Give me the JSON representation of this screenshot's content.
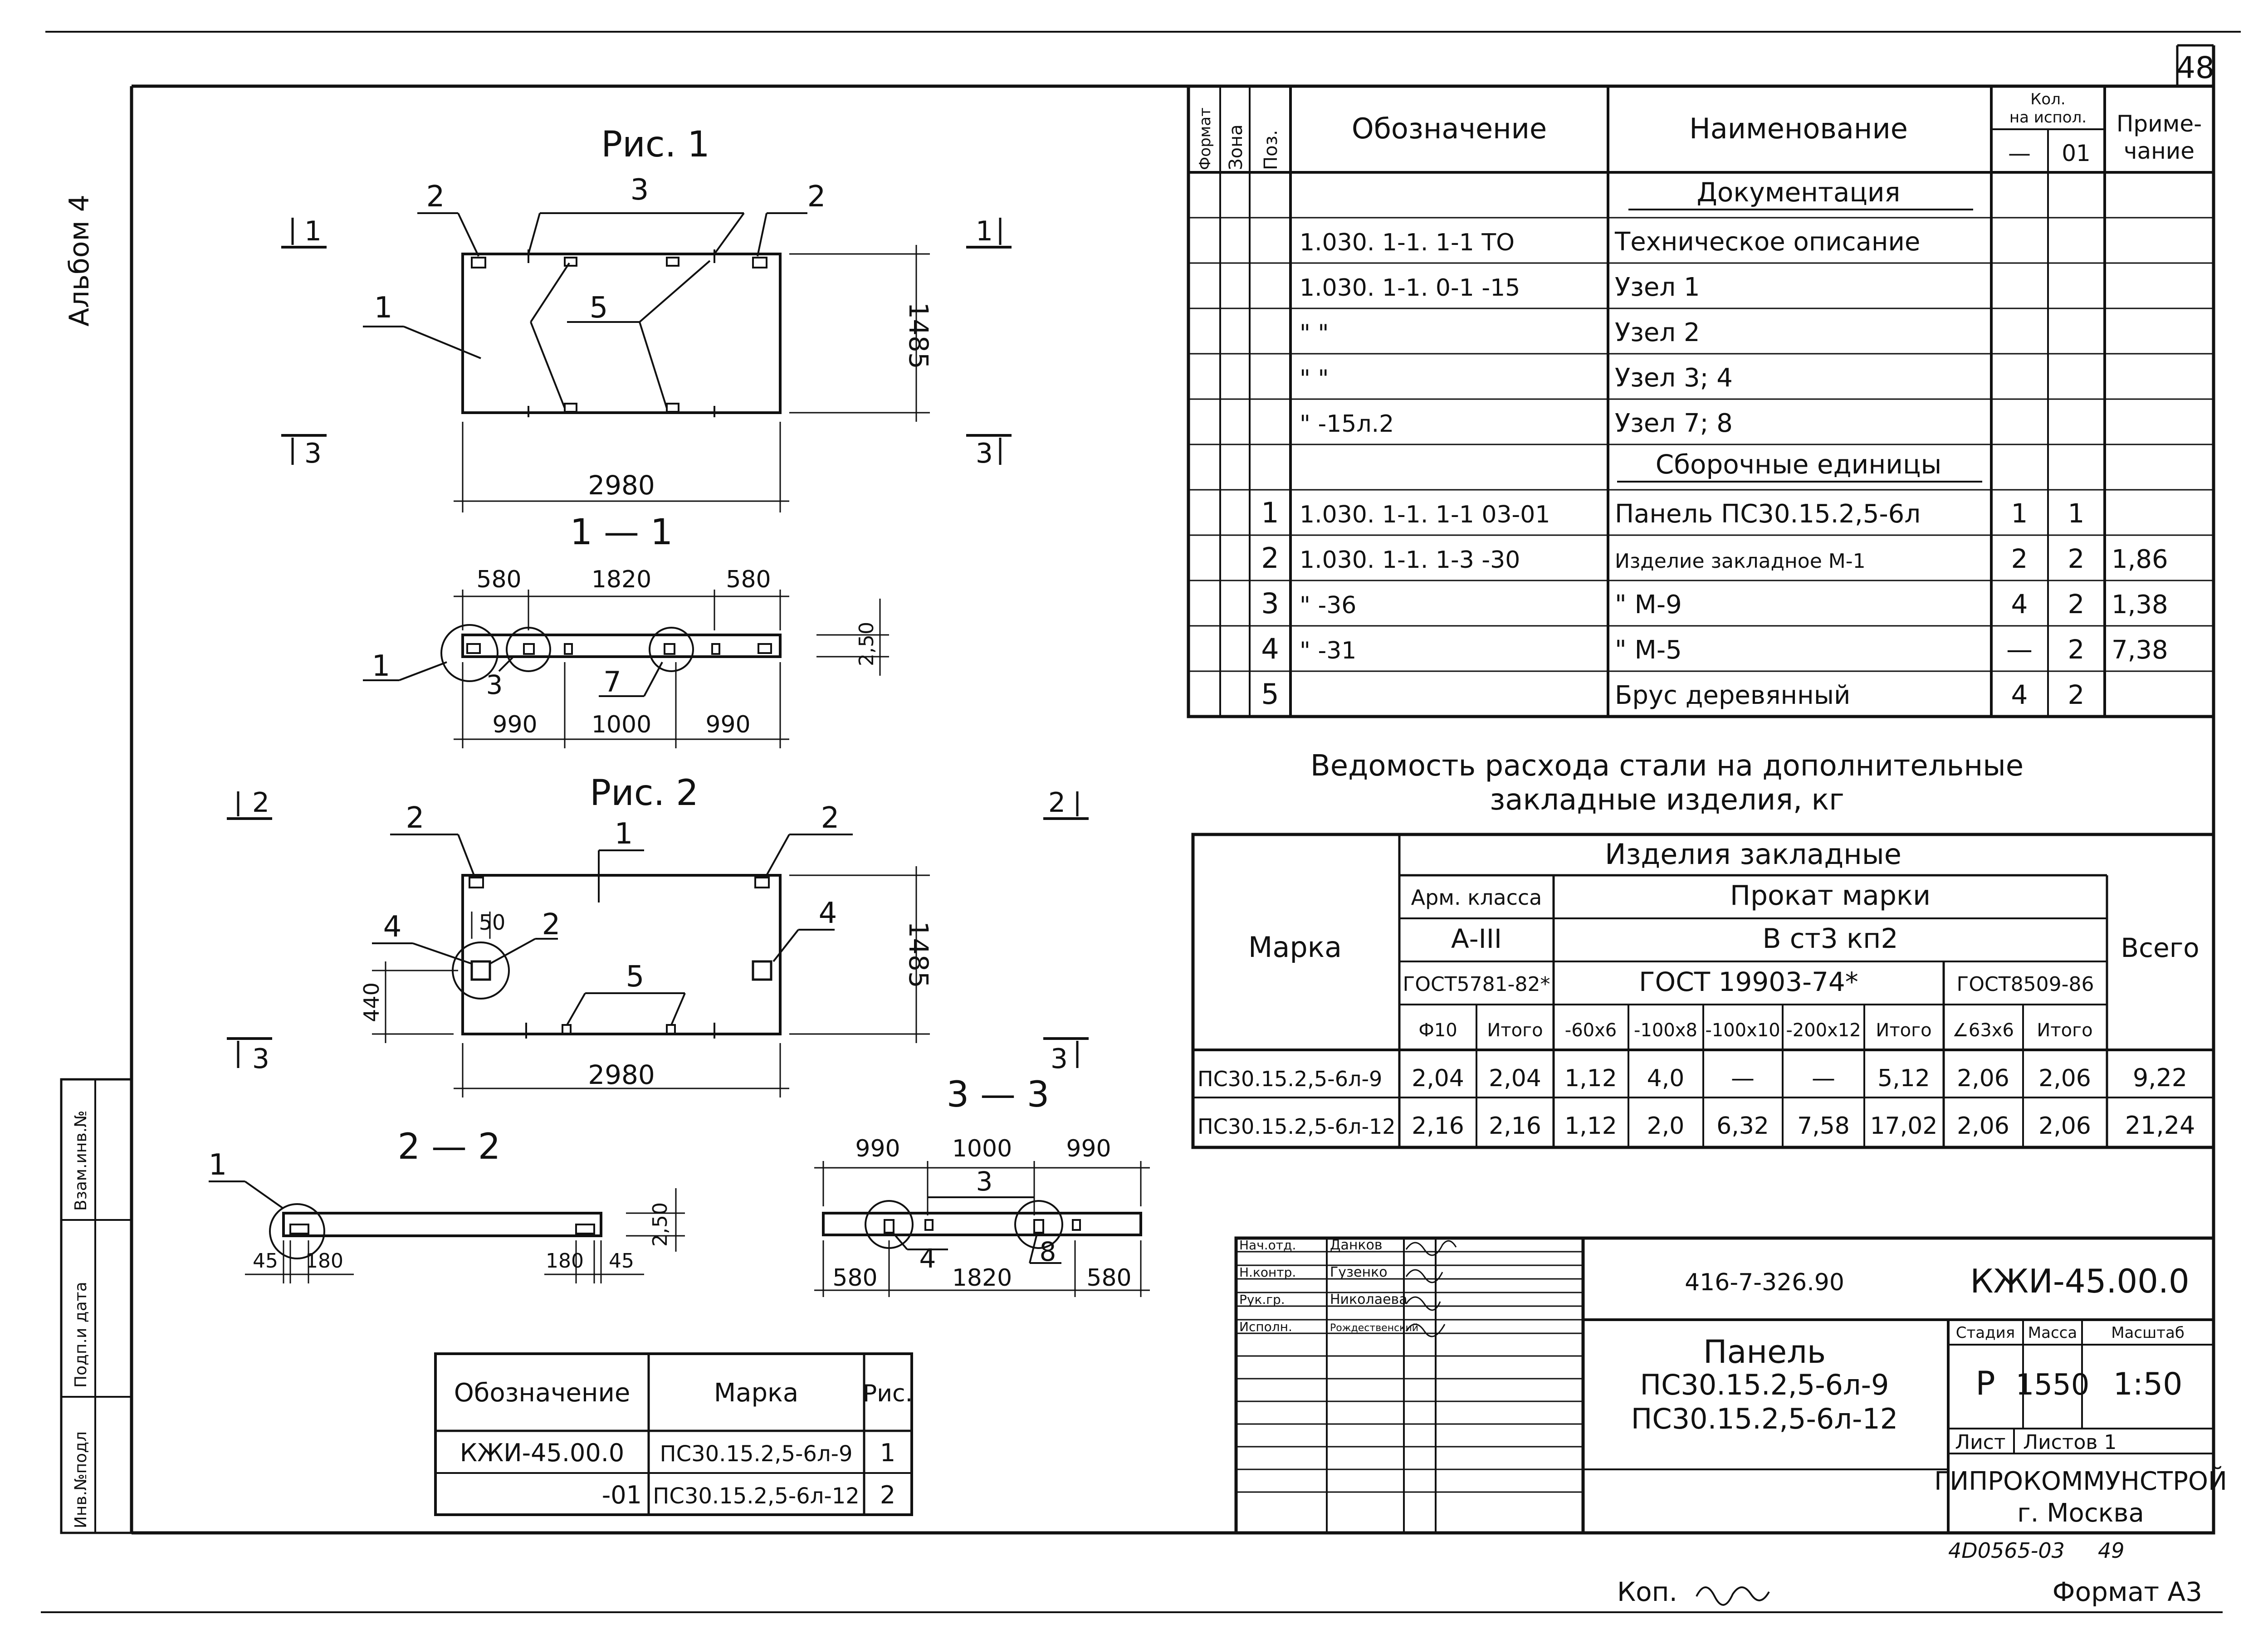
{
  "sheet": {
    "number": "48",
    "album": "Альбом 4",
    "archive_no": "4D0565-03",
    "archive_sheet": "49",
    "copy_label": "Коп.",
    "format_label": "Формат А3"
  },
  "side_stamp": [
    "Инв.№подл",
    "Подп.и дата",
    "Взам.инв.№"
  ],
  "fig1": {
    "title": "Рис. 1",
    "width": "2980",
    "height": "1485",
    "section_marks": [
      "1",
      "1",
      "3",
      "3"
    ],
    "callouts": [
      "1",
      "2",
      "2",
      "3",
      "5"
    ],
    "section": {
      "title": "1 — 1",
      "top_dims": [
        "580",
        "1820",
        "580"
      ],
      "bottom_dims": [
        "990",
        "1000",
        "990"
      ],
      "thickness": "2,50",
      "callouts": [
        "1",
        "3",
        "7"
      ]
    }
  },
  "fig2": {
    "title": "Рис. 2",
    "width": "2980",
    "height": "1485",
    "offset_a": "50",
    "offset_b": "440",
    "section_marks": [
      "2",
      "2",
      "3",
      "3"
    ],
    "callouts": [
      "2",
      "2",
      "1",
      "4",
      "2",
      "4",
      "5"
    ],
    "section22": {
      "title": "2 — 2",
      "dims": [
        "45",
        "180",
        "180",
        "45"
      ],
      "thickness": "2,50",
      "callout": "1"
    },
    "section33": {
      "title": "3 — 3",
      "top_dims": [
        "990",
        "1000",
        "990"
      ],
      "bottom_dims": [
        "580",
        "1820",
        "580"
      ],
      "callouts": [
        "3",
        "4",
        "8"
      ]
    }
  },
  "marks_table": {
    "headers": [
      "Обозначение",
      "Марка",
      "Рис."
    ],
    "rows": [
      [
        "КЖИ-45.00.0",
        "ПС30.15.2,5-6л-9",
        "1"
      ],
      [
        "-01",
        "ПС30.15.2,5-6л-12",
        "2"
      ]
    ]
  },
  "spec": {
    "headers": {
      "format": "Формат",
      "zone": "Зона",
      "pos": "Поз.",
      "designation": "Обозначение",
      "name": "Наименование",
      "qty_line1": "Кол.",
      "qty_line2": "на испол.",
      "qty_a": "—",
      "qty_b": "01",
      "note_line1": "Приме-",
      "note_line2": "чание"
    },
    "rows": [
      {
        "pos": "",
        "designation": "",
        "name": "Документация",
        "qty_a": "",
        "qty_b": "",
        "note": ""
      },
      {
        "pos": "",
        "designation": "1.030. 1-1. 1-1 ТО",
        "name": "Техническое описание",
        "qty_a": "",
        "qty_b": "",
        "note": ""
      },
      {
        "pos": "",
        "designation": "1.030. 1-1. 0-1 -15",
        "name": "Узел 1",
        "qty_a": "",
        "qty_b": "",
        "note": ""
      },
      {
        "pos": "",
        "designation": "\"          \"",
        "name": "Узел 2",
        "qty_a": "",
        "qty_b": "",
        "note": ""
      },
      {
        "pos": "",
        "designation": "\"          \"",
        "name": "Узел 3; 4",
        "qty_a": "",
        "qty_b": "",
        "note": ""
      },
      {
        "pos": "",
        "designation": "\"   -15л.2",
        "name": "Узел 7; 8",
        "qty_a": "",
        "qty_b": "",
        "note": ""
      },
      {
        "pos": "",
        "designation": "",
        "name": "Сборочные единицы",
        "qty_a": "",
        "qty_b": "",
        "note": ""
      },
      {
        "pos": "1",
        "designation": "1.030. 1-1. 1-1 03-01",
        "name": "Панель ПС30.15.2,5-6л",
        "qty_a": "1",
        "qty_b": "1",
        "note": ""
      },
      {
        "pos": "2",
        "designation": "1.030. 1-1. 1-3  -30",
        "name": "Изделие закладное      М-1",
        "qty_a": "2",
        "qty_b": "2",
        "note": "1,86"
      },
      {
        "pos": "3",
        "designation": "\"           -36",
        "name": "\"                    М-9",
        "qty_a": "4",
        "qty_b": "2",
        "note": "1,38"
      },
      {
        "pos": "4",
        "designation": "\"           -31",
        "name": "\"                    М-5",
        "qty_a": "—",
        "qty_b": "2",
        "note": "7,38"
      },
      {
        "pos": "5",
        "designation": "",
        "name": "Брус деревянный",
        "qty_a": "4",
        "qty_b": "2",
        "note": ""
      }
    ]
  },
  "steel": {
    "title_line1": "Ведомость расхода стали на дополнительные",
    "title_line2": "закладные изделия, кг",
    "h_marka": "Марка",
    "h_izdeliya": "Изделия     закладные",
    "h_arm": "Арм. класса",
    "h_prokat": "Прокат    марки",
    "h_a3": "А-III",
    "h_vst": "В ст3 кп2",
    "h_gost1": "ГОСТ5781-82*",
    "h_gost2": "ГОСТ 19903-74*",
    "h_gost3": "ГОСТ8509-86",
    "h_total": "Всего",
    "sub": [
      "Ф10",
      "Итого",
      "-60х6",
      "-100х8",
      "-100х10",
      "-200х12",
      "Итого",
      "∠63х6",
      "Итого"
    ],
    "rows": [
      {
        "marka": "ПС30.15.2,5-6л-9",
        "vals": [
          "2,04",
          "2,04",
          "1,12",
          "4,0",
          "—",
          "—",
          "5,12",
          "2,06",
          "2,06"
        ],
        "total": "9,22"
      },
      {
        "marka": "ПС30.15.2,5-6л-12",
        "vals": [
          "2,16",
          "2,16",
          "1,12",
          "2,0",
          "6,32",
          "7,58",
          "17,02",
          "2,06",
          "2,06"
        ],
        "total": "21,24"
      }
    ]
  },
  "title_block": {
    "roles": [
      "Нач.отд.",
      "Н.контр.",
      "Рук.гр.",
      "Исполн."
    ],
    "names": [
      "Данков",
      "Гузенко",
      "Николаева",
      "Рождественский"
    ],
    "project_code": "416-7-326.90",
    "doc_code": "КЖИ-45.00.0",
    "name_line1": "Панель",
    "name_line2": "ПС30.15.2,5-6л-9",
    "name_line3": "ПС30.15.2,5-6л-12",
    "h_stage": "Стадия",
    "h_mass": "Масса",
    "h_scale": "Масштаб",
    "stage": "Р",
    "mass": "1550",
    "scale": "1:50",
    "sheet_label": "Лист",
    "sheets_label": "Листов 1",
    "org_line1": "ГИПРОКОММУНСТРОЙ",
    "org_line2": "г. Москва"
  }
}
